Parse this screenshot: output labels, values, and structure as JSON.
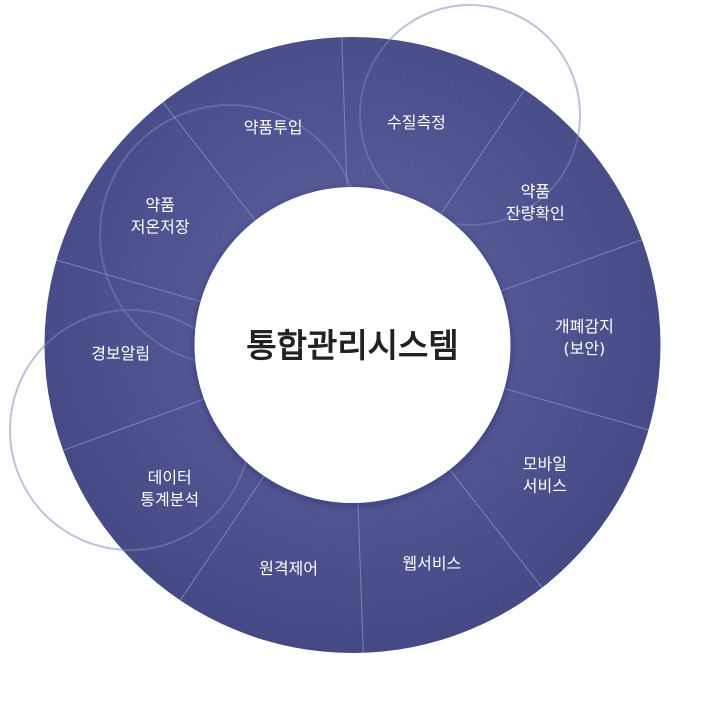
{
  "center_title": "통합관리시스템",
  "segments": [
    {
      "lines": [
        "경보알림"
      ]
    },
    {
      "lines": [
        "약품",
        "저온저장"
      ]
    },
    {
      "lines": [
        "약품투입"
      ]
    },
    {
      "lines": [
        "수질측정"
      ]
    },
    {
      "lines": [
        "약품",
        "잔량확인"
      ]
    },
    {
      "lines": [
        "개폐감지",
        "(보안)"
      ]
    },
    {
      "lines": [
        "모바일",
        "서비스"
      ]
    },
    {
      "lines": [
        "웹서비스"
      ]
    },
    {
      "lines": [
        "원격제어"
      ]
    },
    {
      "lines": [
        "데이터",
        "통계분석"
      ]
    }
  ],
  "colors": {
    "ring": "#4a4f8c",
    "ring_dark": "#3c4079",
    "divider": "#8a8fc0",
    "center": "#ffffff",
    "label": "#ffffff",
    "title": "#222222"
  }
}
